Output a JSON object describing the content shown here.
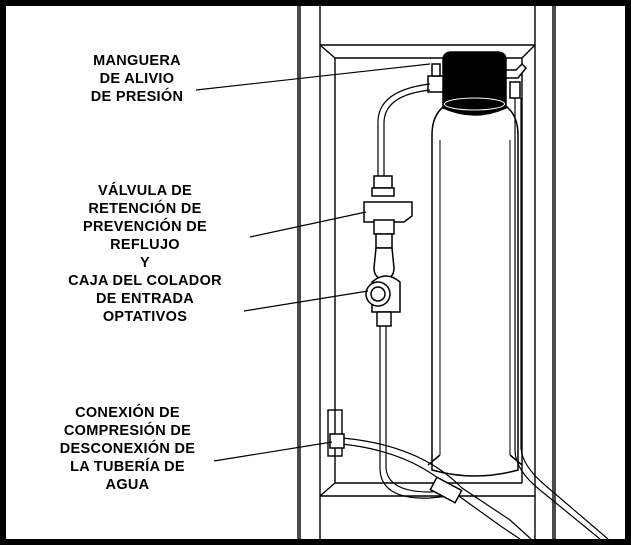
{
  "callouts": {
    "pressure_hose": [
      "MANGUERA",
      "DE ALIVIO",
      "DE PRESIÓN"
    ],
    "check_valve": [
      "VÁLVULA DE",
      "RETENCIÓN DE",
      "PREVENCIÓN DE",
      "REFLUJO",
      "Y",
      "CAJA DEL COLADOR",
      "DE ENTRADA",
      "OPTATIVOS"
    ],
    "compression": [
      "CONEXIÓN DE",
      "COMPRESIÓN DE",
      "DESCONEXIÓN DE",
      "LA TUBERÍA DE",
      "AGUA"
    ]
  }
}
